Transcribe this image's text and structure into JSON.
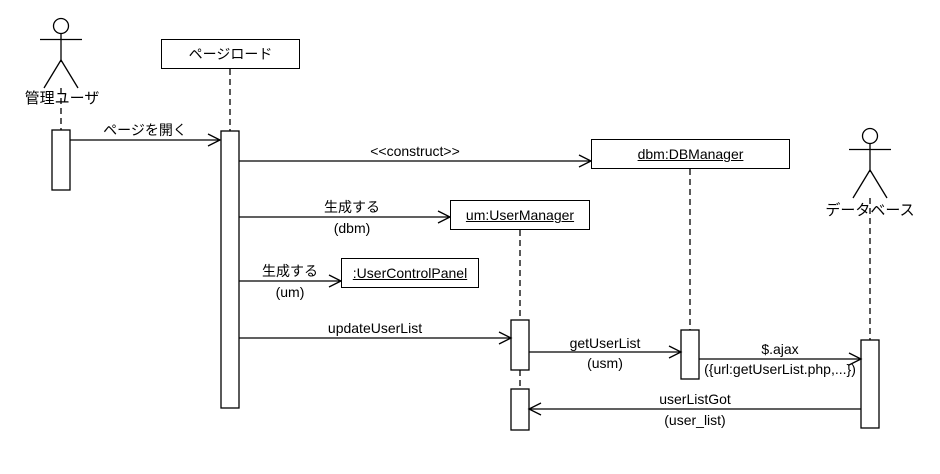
{
  "diagram": {
    "kind": "uml-sequence-diagram",
    "colors": {
      "line": "#000000",
      "background": "#ffffff",
      "text": "#000000"
    },
    "actors": [
      {
        "name": "管理ユーザ",
        "role": "admin-user"
      },
      {
        "name": "データベース",
        "role": "database"
      }
    ],
    "objects": [
      {
        "label": "ページロード",
        "underlined": false
      },
      {
        "label": "dbm:DBManager",
        "underlined": true
      },
      {
        "label": "um:UserManager",
        "underlined": true
      },
      {
        "label": ":UserControlPanel",
        "underlined": true
      }
    ],
    "messages": [
      {
        "label": "ページを開く",
        "args": "",
        "from": "管理ユーザ",
        "to": "ページロード",
        "direction": "right"
      },
      {
        "label": "<<construct>>",
        "args": "",
        "from": "ページロード",
        "to": "dbm:DBManager",
        "direction": "right"
      },
      {
        "label": "生成する",
        "args": "(dbm)",
        "from": "ページロード",
        "to": "um:UserManager",
        "direction": "right"
      },
      {
        "label": "生成する",
        "args": "(um)",
        "from": "ページロード",
        "to": ":UserControlPanel",
        "direction": "right"
      },
      {
        "label": "updateUserList",
        "args": "",
        "from": "ページロード",
        "to": "um:UserManager",
        "direction": "right"
      },
      {
        "label": "getUserList",
        "args": "(usm)",
        "from": "um:UserManager",
        "to": "dbm:DBManager",
        "direction": "right"
      },
      {
        "label": "$.ajax",
        "args": "({url:getUserList.php,...})",
        "from": "dbm:DBManager",
        "to": "データベース",
        "direction": "right"
      },
      {
        "label": "userListGot",
        "args": "(user_list)",
        "from": "データベース",
        "to": "um:UserManager",
        "direction": "left"
      }
    ]
  }
}
